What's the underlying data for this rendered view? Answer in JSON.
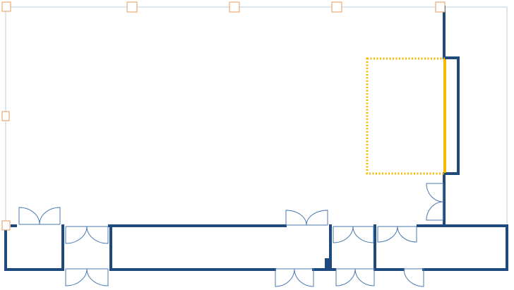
{
  "editor": {
    "selection_state": "room-selected",
    "selected_element": "wall-segment"
  },
  "colors": {
    "wall": "#1f4a7e",
    "door": "#4a78b0",
    "selection_frame": "#b8cfdf",
    "handle": "#e39a5b",
    "highlight": "#f6b800"
  },
  "icons": {
    "handle": "square-resize-handle",
    "door": "swing-door-icon",
    "double_door": "double-swing-door-icon"
  }
}
